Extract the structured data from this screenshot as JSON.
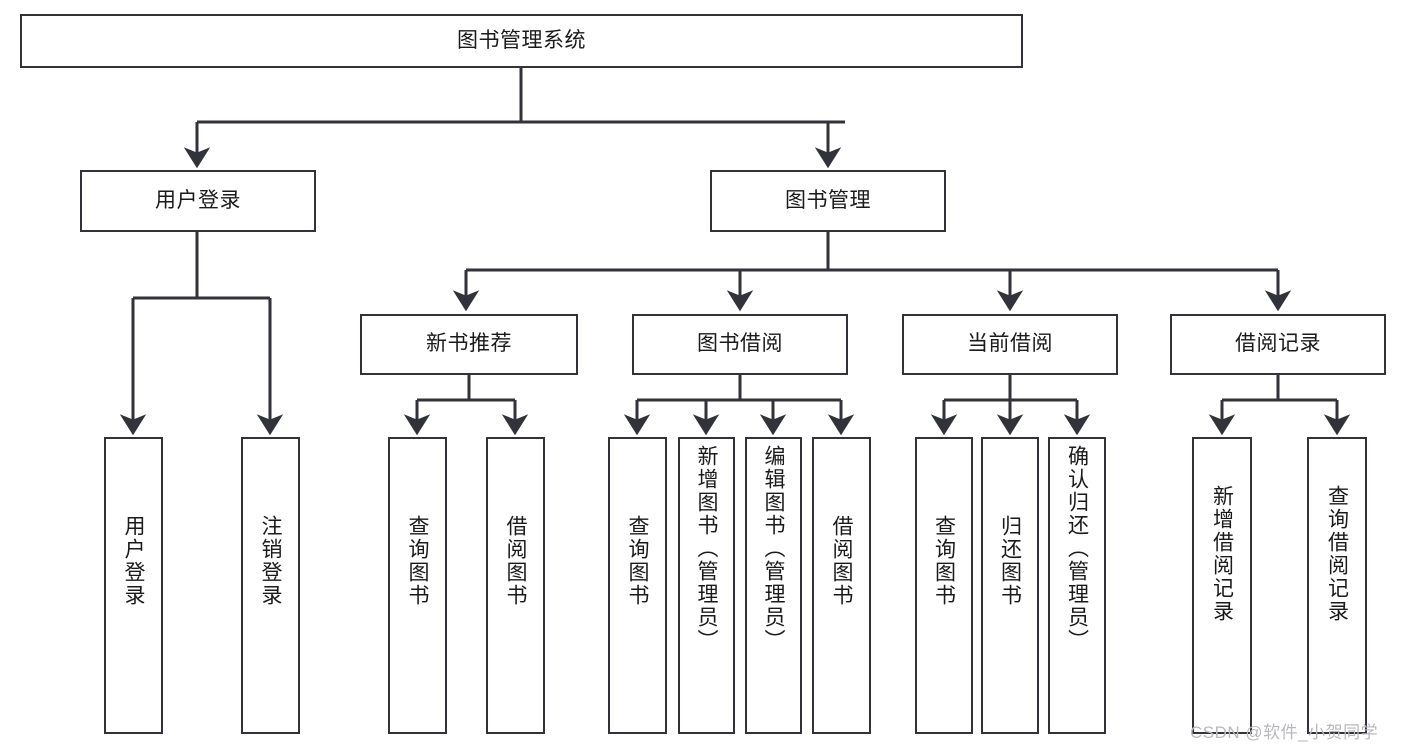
{
  "diagram": {
    "title": "图书管理系统",
    "type": "tree-hierarchy",
    "watermark": "CSDN @软件_小贺同学"
  },
  "nodes": {
    "root": {
      "label": "图书管理系统"
    },
    "level2": [
      {
        "label": "用户登录"
      },
      {
        "label": "图书管理"
      }
    ],
    "level3": [
      {
        "label": "新书推荐"
      },
      {
        "label": "图书借阅"
      },
      {
        "label": "当前借阅"
      },
      {
        "label": "借阅记录"
      }
    ],
    "leaves": {
      "user_login": [
        {
          "label": "用户登录"
        },
        {
          "label": "注销登录"
        }
      ],
      "new_book_recommend": [
        {
          "label": "查询图书"
        },
        {
          "label": "借阅图书"
        }
      ],
      "book_borrow": [
        {
          "label": "查询图书"
        },
        {
          "label": "新增图书（管理员）"
        },
        {
          "label": "编辑图书（管理员）"
        },
        {
          "label": "借阅图书"
        }
      ],
      "current_borrow": [
        {
          "label": "查询图书"
        },
        {
          "label": "归还图书"
        },
        {
          "label": "确认归还（管理员）"
        }
      ],
      "borrow_records": [
        {
          "label": "新增借阅记录"
        },
        {
          "label": "查询借阅记录"
        }
      ]
    }
  },
  "colors": {
    "stroke": "#32323a",
    "background": "#ffffff",
    "text": "#1a1a1a",
    "watermark": "#b9b9bd"
  }
}
